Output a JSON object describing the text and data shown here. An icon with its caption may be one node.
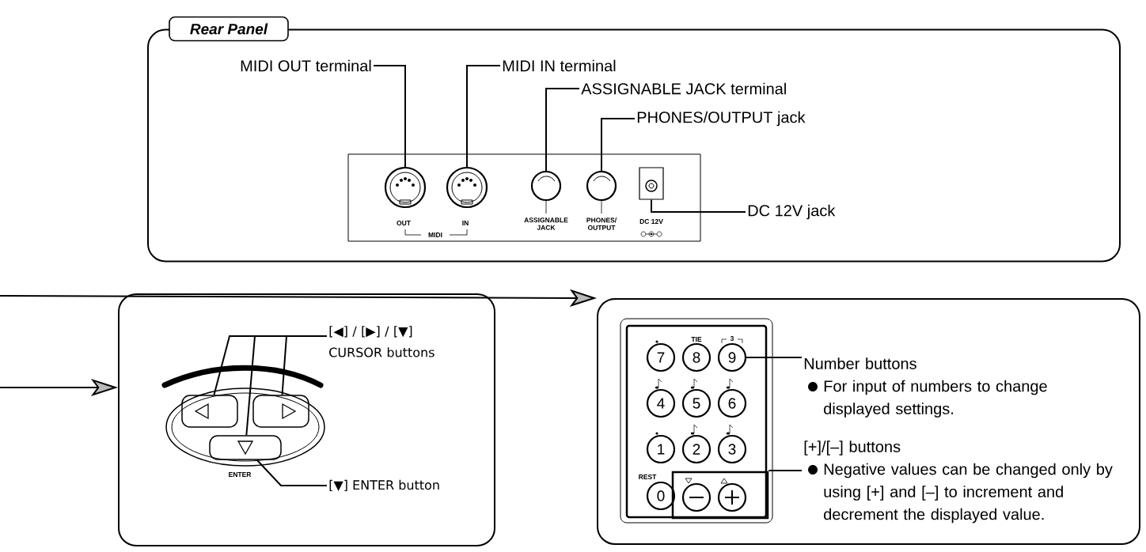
{
  "diagram": {
    "nodes": [
      {
        "text": [
          "Rear Panel"
        ]
      },
      {
        "text": [
          "MIDI OUT terminal"
        ],
        "in": 0
      },
      {
        "text": [
          "MIDI IN terminal"
        ],
        "in": 0
      },
      {
        "text": [
          "ASSIGNABLE JACK terminal"
        ],
        "in": 0
      },
      {
        "text": [
          "PHONES/OUTPUT jack"
        ],
        "in": 0
      },
      {
        "text": [],
        "shape": "box",
        "in": 0
      },
      {
        "text": [],
        "shape": "circle",
        "in": 5
      },
      {
        "text": [],
        "shape": "circle",
        "in": 5
      },
      {
        "text": [],
        "shape": "circle",
        "in": 5
      },
      {
        "text": [],
        "shape": "circle",
        "in": 5
      },
      {
        "text": [],
        "shape": "box",
        "in": 5
      },
      {
        "text": [
          "DC 12V jack"
        ],
        "in": 0
      },
      {
        "text": [],
        "shape": "box"
      },
      {
        "text": [
          "[◀] / [▶] / [▼] CURSOR buttons"
        ],
        "in": 12
      },
      {
        "text": [],
        "shape": "box",
        "in": 12
      },
      {
        "text": [],
        "shape": "box",
        "in": 12
      },
      {
        "text": [],
        "shape": "box",
        "in": 12
      },
      {
        "text": [
          "[▼] ENTER button"
        ],
        "in": 12
      },
      {
        "text": [],
        "shape": "box"
      },
      {
        "text": [],
        "shape": "box",
        "in": 18
      },
      {
        "text": [
          "7"
        ],
        "in": 19
      },
      {
        "text": [
          "8"
        ],
        "in": 19
      },
      {
        "text": [
          "9"
        ],
        "in": 19,
        "beside": [
          "3"
        ]
      },
      {
        "text": [
          "4"
        ],
        "in": 19
      },
      {
        "text": [
          "5"
        ],
        "in": 19
      },
      {
        "text": [
          "6"
        ],
        "in": 19
      },
      {
        "text": [
          "1"
        ],
        "in": 19
      },
      {
        "text": [
          "2"
        ],
        "in": 19
      },
      {
        "text": [
          "3"
        ],
        "in": 19
      },
      {
        "text": [
          "0"
        ],
        "in": 19
      },
      {
        "text": [],
        "shape": "box",
        "in": 19
      },
      {
        "text": [],
        "shape": "circle",
        "in": 30
      },
      {
        "text": [],
        "shape": "circle",
        "in": 30
      },
      {
        "text": [
          "Number buttons",
          "For input of numbers to change displayed settings."
        ],
        "in": 18
      },
      {
        "text": [
          "[+]/[–] buttons",
          "Negative values can be changed only by using [+] and [–] to increment and decrement the displayed value."
        ],
        "in": 18
      }
    ],
    "edges": [
      {
        "from": 1,
        "to": 6,
        "arrow": "none"
      },
      {
        "from": 2,
        "to": 7,
        "arrow": "none"
      },
      {
        "from": 3,
        "to": 8,
        "arrow": "none"
      },
      {
        "from": 4,
        "to": 9,
        "arrow": "none"
      },
      {
        "from": 11,
        "to": 10,
        "arrow": "none"
      },
      {
        "from": 13,
        "to": 14,
        "arrow": "none"
      },
      {
        "from": 13,
        "to": 16,
        "arrow": "none"
      },
      {
        "from": 13,
        "to": 15,
        "arrow": "none"
      },
      {
        "from": 17,
        "to": 16,
        "arrow": "none"
      },
      {
        "from": 33,
        "to": 22,
        "arrow": "none"
      },
      {
        "from": 34,
        "to": 30,
        "arrow": "none"
      },
      {
        "from": null,
        "to": 12,
        "arrow": "to"
      },
      {
        "from": null,
        "to": 18,
        "arrow": "to"
      }
    ],
    "labels": [
      "OUT",
      "MIDI",
      "IN",
      "ASSIGNABLE JACK",
      "PHONES/ OUTPUT",
      "DC 12V",
      "ENTER",
      "TIE",
      "REST"
    ]
  }
}
